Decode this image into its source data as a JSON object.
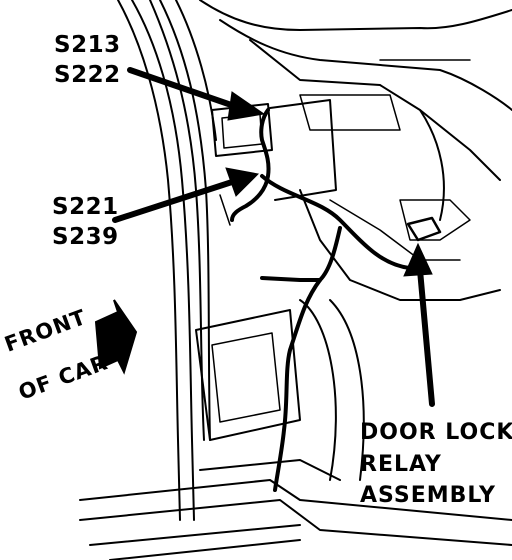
{
  "labels": {
    "splice_top_1": "S213",
    "splice_top_2": "S222",
    "splice_mid_1": "S221",
    "splice_mid_2": "S239",
    "relay_line_1": "DOOR LOCK",
    "relay_line_2": "RELAY",
    "relay_line_3": "ASSEMBLY",
    "front_line_1": "FRONT",
    "front_line_2": "OF CAR"
  },
  "colors": {
    "ink": "#000000",
    "paper": "#ffffff"
  }
}
